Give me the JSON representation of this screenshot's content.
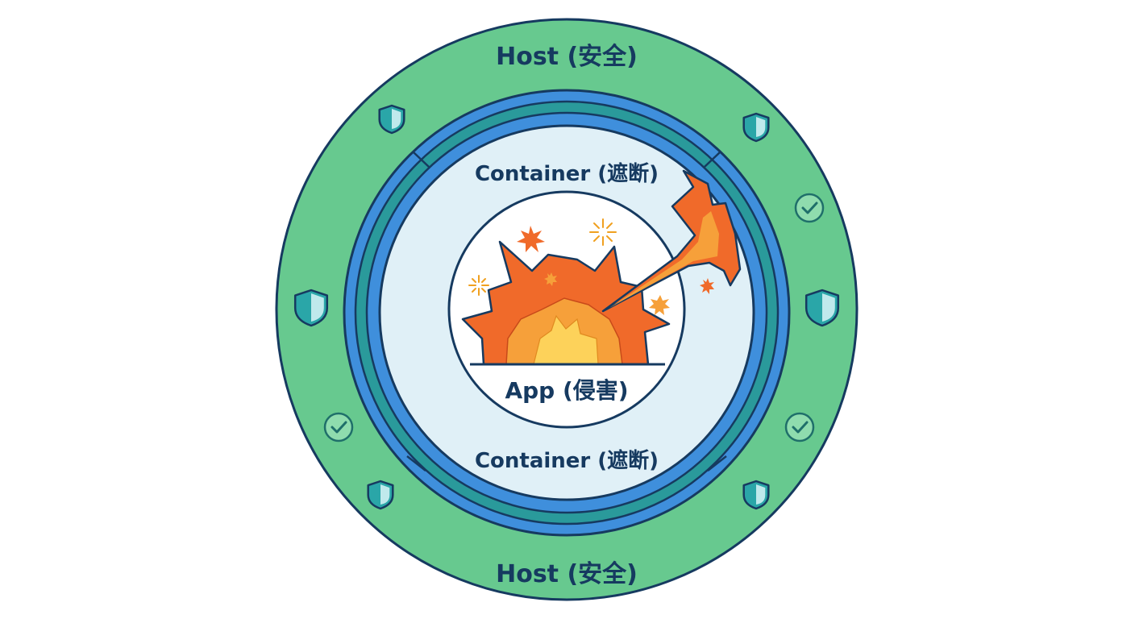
{
  "colors": {
    "host_ring": "#67c98f",
    "container_ring": "#3f8fdc",
    "container_inner": "#2a9a9b",
    "container_fill": "#e0f0f7",
    "app_fill": "#ffffff",
    "outline": "#163a60",
    "explosion_outer": "#f06a2a",
    "explosion_mid": "#f6a03a",
    "explosion_core": "#fdd25a",
    "shield": "#2aa6a8"
  },
  "labels": {
    "host_top": "Host (安全)",
    "host_bottom": "Host (安全)",
    "container_top": "Container (遮断)",
    "container_bottom": "Container (遮断)",
    "app": "App (侵害)"
  },
  "icons": {
    "shield": "shield-icon",
    "check": "check-circle-icon",
    "explosion": "explosion-icon",
    "spark": "spark-icon",
    "burst": "burst-icon"
  }
}
